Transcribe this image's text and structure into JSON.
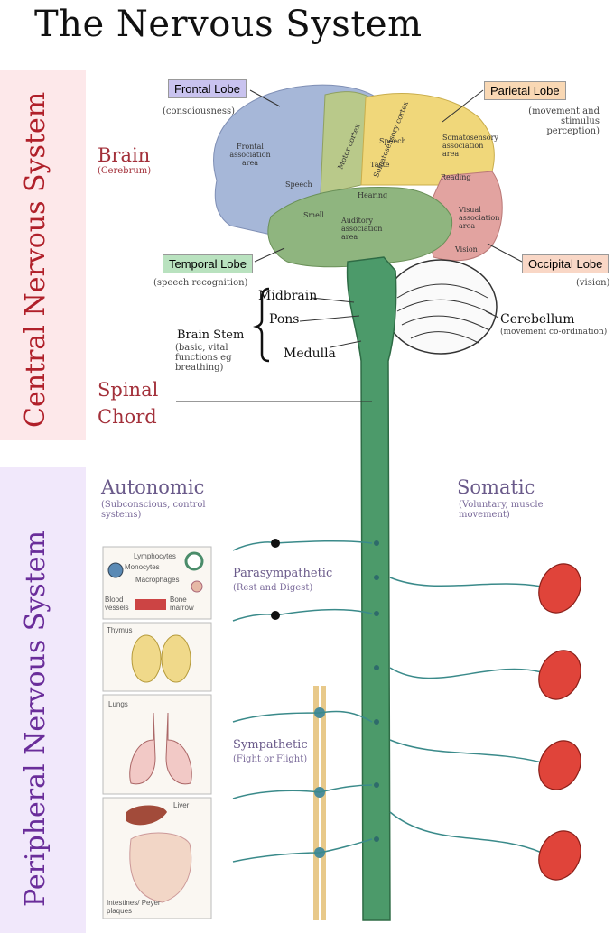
{
  "title": "The Nervous System",
  "bands": {
    "cns": "Central Nervous System",
    "pns": "Peripheral Nervous System"
  },
  "brain": {
    "label": "Brain",
    "sub": "(Cerebrum)"
  },
  "lobes": {
    "frontal": {
      "name": "Frontal Lobe",
      "sub": "(consciousness)",
      "color": "#a9a4e0"
    },
    "parietal": {
      "name": "Parietal Lobe",
      "sub": "(movement and stimulus perception)",
      "color": "#f4c89a"
    },
    "temporal": {
      "name": "Temporal Lobe",
      "sub": "(speech recognition)",
      "color": "#9fd2a8"
    },
    "occipital": {
      "name": "Occipital Lobe",
      "sub": "(vision)",
      "color": "#f6c2ad"
    }
  },
  "brain_areas": {
    "frontal_assoc": "Frontal association area",
    "motor": "Motor cortex",
    "somatosensory_cortex": "Somatosensory cortex",
    "speech1": "Speech",
    "taste": "Taste",
    "somato_assoc": "Somatosensory association area",
    "reading": "Reading",
    "speech2": "Speech",
    "hearing": "Hearing",
    "smell": "Smell",
    "auditory": "Auditory association area",
    "visual": "Visual association area",
    "vision": "Vision"
  },
  "stem": {
    "midbrain": "Midbrain",
    "pons": "Pons",
    "medulla": "Medulla",
    "label": "Brain Stem",
    "sub": "(basic, vital functions eg breathing)"
  },
  "cerebellum": {
    "name": "Cerebellum",
    "sub": "(movement co-ordination)"
  },
  "spinal": {
    "line1": "Spinal",
    "line2": "Chord"
  },
  "autonomic": {
    "title": "Autonomic",
    "sub": "(Subconscious, control systems)"
  },
  "somatic": {
    "title": "Somatic",
    "sub": "(Voluntary, muscle movement)"
  },
  "parasympathetic": {
    "name": "Parasympathetic",
    "sub": "(Rest and Digest)"
  },
  "sympathetic": {
    "name": "Sympathetic",
    "sub": "(Fight or Flight)"
  },
  "organs": {
    "lymphocytes": "Lymphocytes",
    "monocytes": "Monocytes",
    "macrophages": "Macrophages",
    "blood_vessels": "Blood vessels",
    "bone_marrow": "Bone marrow",
    "thymus": "Thymus",
    "lungs": "Lungs",
    "liver": "Liver",
    "intestines": "Intestines/ Peyer plaques"
  }
}
